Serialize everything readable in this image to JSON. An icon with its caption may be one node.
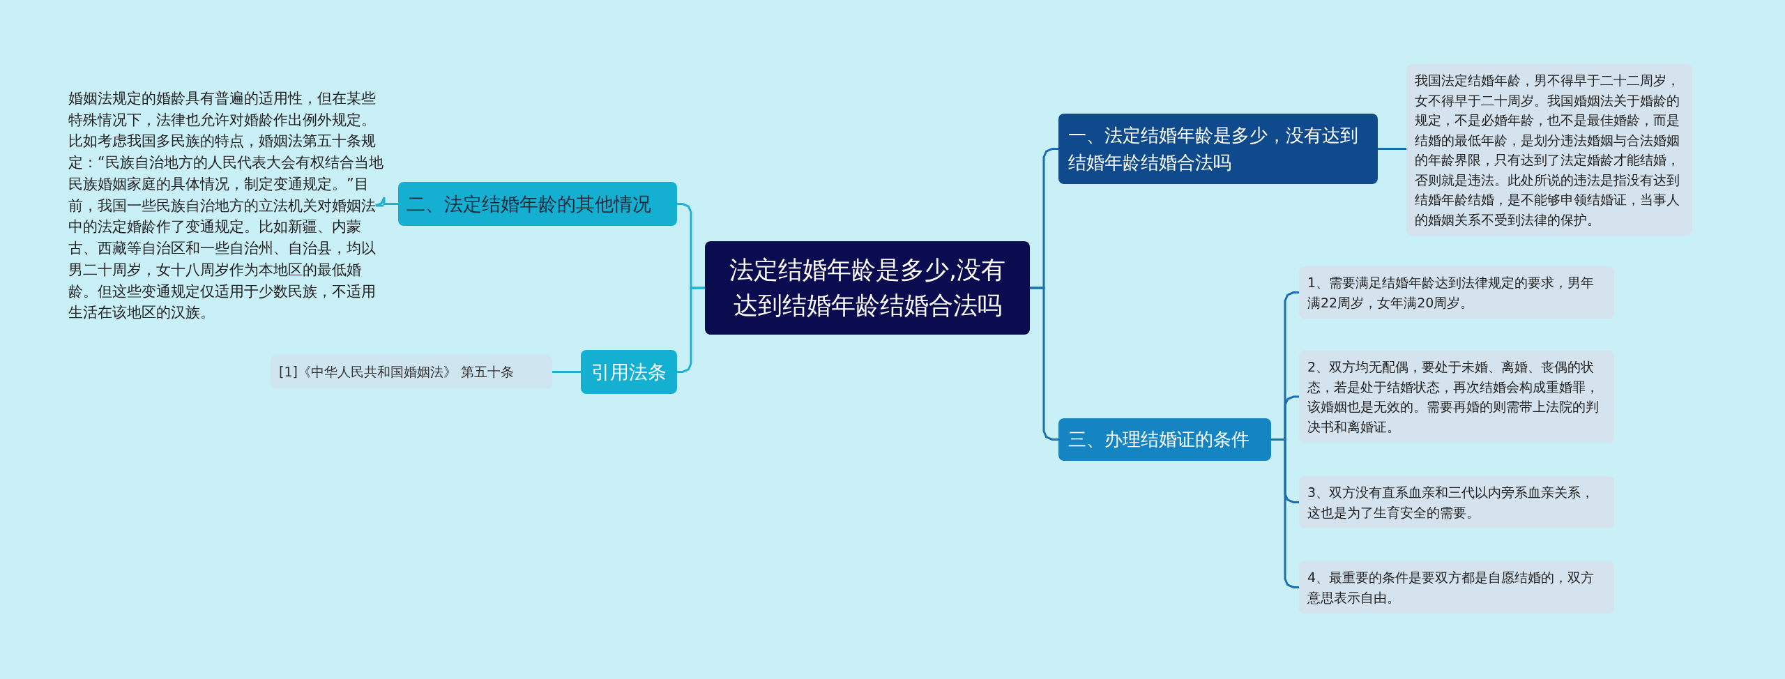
{
  "diagram": {
    "nodes": [
      {
        "text": [
          "法定结婚年龄是多少,没有达到结婚年龄结婚合法吗"
        ]
      },
      {
        "text": [
          "一、法定结婚年龄是多少，没有达到结婚年龄结婚合法吗"
        ]
      },
      {
        "text": [
          "我国法定结婚年龄，男不得早于二十二周岁，女不得早于二十周岁。我国婚姻法关于婚龄的规定，不是必婚年龄，也不是最佳婚龄，而是结婚的最低年龄，是划分违法婚姻与合法婚姻的年龄界限，只有达到了法定婚龄才能结婚，否则就是违法。此处所说的违法是指没有达到结婚年龄结婚，是不能够申领结婚证，当事人的婚姻关系不受到法律的保护。"
        ]
      },
      {
        "text": [
          "三、办理结婚证的条件"
        ]
      },
      {
        "text": [
          "1、需要满足结婚年龄达到法律规定的要求，男年满22周岁，女年满20周岁。"
        ]
      },
      {
        "text": [
          "2、双方均无配偶，要处于未婚、离婚、丧偶的状态，若是处于结婚状态，再次结婚会构成重婚罪，该婚姻也是无效的。需要再婚的则需带上法院的判决书和离婚证。"
        ]
      },
      {
        "text": [
          "3、双方没有直系血亲和三代以内旁系血亲关系，这也是为了生育安全的需要。"
        ]
      },
      {
        "text": [
          "4、最重要的条件是要双方都是自愿结婚的，双方意思表示自由。"
        ]
      },
      {
        "text": [
          "二、法定结婚年龄的其他情况"
        ]
      },
      {
        "text": [
          "婚姻法规定的婚龄具有普遍的适用性，但在某些特殊情况下，法律也允许对婚龄作出例外规定。比如考虑我国多民族的特点，婚姻法第五十条规定：“民族自治地方的人民代表大会有权结合当地民族婚姻家庭的具体情况，制定变通规定。”目前，我国一些民族自治地方的立法机关对婚姻法中的法定婚龄作了变通规定。比如新疆、内蒙古、西藏等自治区和一些自治州、自治县，均以男二十周岁，女十八周岁作为本地区的最低婚龄。但这些变通规定仅适用于少数民族，不适用生活在该地区的汉族。"
        ]
      },
      {
        "text": [
          "引用法条"
        ]
      },
      {
        "text": [
          "[1]《中华人民共和国婚姻法》 第五十条"
        ]
      }
    ],
    "edges": [
      {
        "from": 0,
        "to": 1,
        "arrow": "none"
      },
      {
        "from": 1,
        "to": 2,
        "arrow": "none"
      },
      {
        "from": 0,
        "to": 3,
        "arrow": "none"
      },
      {
        "from": 3,
        "to": 4,
        "arrow": "none"
      },
      {
        "from": 3,
        "to": 5,
        "arrow": "none"
      },
      {
        "from": 3,
        "to": 6,
        "arrow": "none"
      },
      {
        "from": 3,
        "to": 7,
        "arrow": "none"
      },
      {
        "from": 0,
        "to": 8,
        "arrow": "none",
        "color": "#1fb2d6"
      },
      {
        "from": 8,
        "to": 9,
        "arrow": "none",
        "color": "#1fb2d6"
      },
      {
        "from": 0,
        "to": 10,
        "arrow": "none",
        "color": "#1fb2d6"
      },
      {
        "from": 10,
        "to": 11,
        "arrow": "none",
        "color": "#1fb2d6"
      }
    ]
  }
}
